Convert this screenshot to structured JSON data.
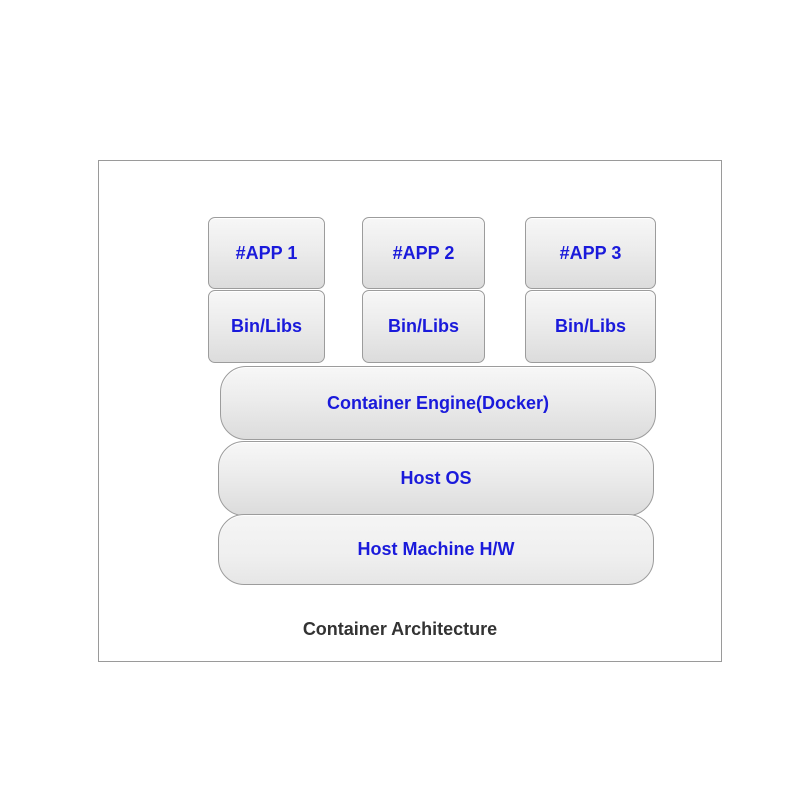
{
  "apps": [
    {
      "label": "#APP 1",
      "libs": "Bin/Libs"
    },
    {
      "label": "#APP 2",
      "libs": "Bin/Libs"
    },
    {
      "label": "#APP 3",
      "libs": "Bin/Libs"
    }
  ],
  "layers": {
    "engine": "Container Engine(Docker)",
    "host_os": "Host OS",
    "hardware": "Host Machine H/W"
  },
  "caption": "Container Architecture",
  "colors": {
    "label_text": "#1a1adb",
    "caption_text": "#333333",
    "box_fill": "#e6e6e6",
    "box_border": "#9c9c9c"
  }
}
